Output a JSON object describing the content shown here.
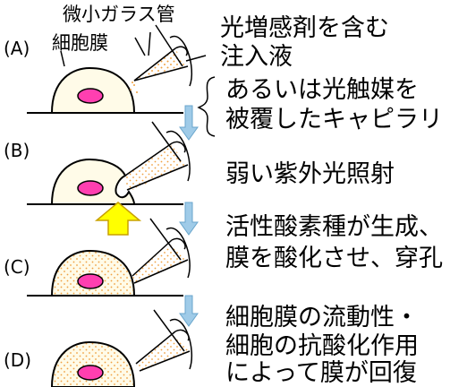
{
  "labels": {
    "glass_capillary": "微小ガラス管",
    "cell_membrane": "細胞膜",
    "panel_a": "(A)",
    "panel_b": "(B)",
    "panel_c": "(C)",
    "panel_d": "(D)"
  },
  "steps": {
    "a_line1": "光増感剤を含む",
    "a_line2": "注入液",
    "a_line3": "あるいは光触媒を",
    "a_line4": "被覆したキャピラリ",
    "b_line1": "弱い紫外光照射",
    "c_line1": "活性酸素種が生成、",
    "c_line2": "膜を酸化させ、穿孔",
    "d_line1": "細胞膜の流動性・",
    "d_line2": "細胞の抗酸化作用",
    "d_line3": "によって膜が回復"
  },
  "colors": {
    "nucleus": "#ff3fb0",
    "cell_fill": "#fffbe8",
    "dots": "#f0a040",
    "arrow_down": "#9fcbe8",
    "uv_arrow": "#ffff00"
  }
}
